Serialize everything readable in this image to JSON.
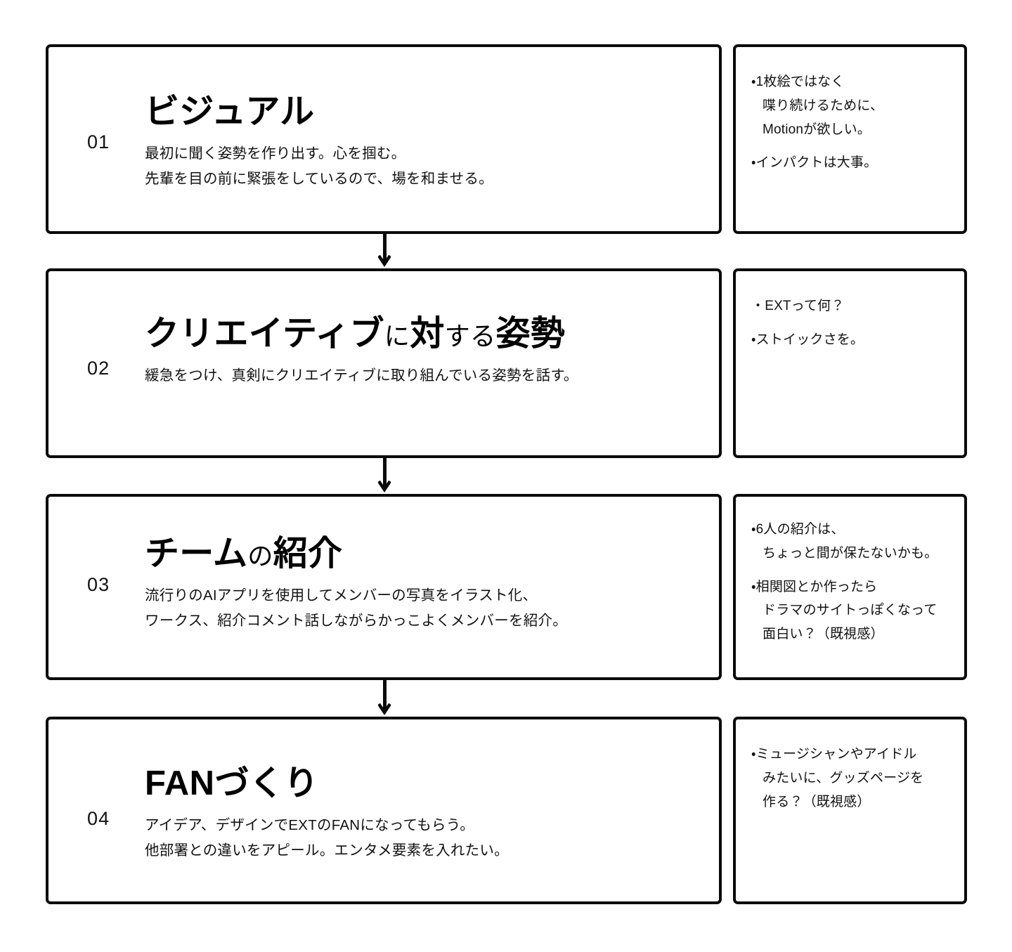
{
  "document": {
    "kind": "flow-outline",
    "background": "#ffffff",
    "line_color": "#0a0a0a"
  },
  "steps": [
    {
      "index": "01",
      "title_parts": [
        {
          "text": "ビジュアル",
          "emphasis": "large"
        }
      ],
      "title_plain": "ビジュアル",
      "description_lines": [
        "最初に聞く姿勢を作り出す。心を掴む。",
        "先輩を目の前に緊張をしているので、場を和ませる。"
      ],
      "notes": [
        {
          "bullet": "・",
          "lines": [
            "1枚絵ではなく",
            "喋り続けるために、",
            "Motionが欲しい。"
          ]
        },
        {
          "bullet": "・",
          "lines": [
            "インパクトは大事。"
          ]
        }
      ]
    },
    {
      "index": "02",
      "title_parts": [
        {
          "text": "クリエイティブ",
          "emphasis": "large"
        },
        {
          "text": "に",
          "emphasis": "small"
        },
        {
          "text": "対",
          "emphasis": "large"
        },
        {
          "text": "する",
          "emphasis": "small"
        },
        {
          "text": "姿勢",
          "emphasis": "large"
        }
      ],
      "title_plain": "クリエイティブに対する姿勢",
      "description_lines": [
        "緩急をつけ、真剣にクリエイティブに取り組んでいる姿勢を話す。"
      ],
      "notes": [
        {
          "bullet": "・",
          "lines": [
            "EXTって何？"
          ]
        },
        {
          "bullet": "・",
          "lines": [
            "ストイックさを。"
          ]
        }
      ]
    },
    {
      "index": "03",
      "title_parts": [
        {
          "text": "チーム",
          "emphasis": "large"
        },
        {
          "text": "の",
          "emphasis": "small"
        },
        {
          "text": "紹介",
          "emphasis": "large"
        }
      ],
      "title_plain": "チームの紹介",
      "description_lines": [
        "流行りのAIアプリを使用してメンバーの写真をイラスト化、",
        "ワークス、紹介コメント話しながらかっこよくメンバーを紹介。"
      ],
      "notes": [
        {
          "bullet": "・",
          "lines": [
            "6人の紹介は、",
            "ちょっと間が保たないかも。"
          ]
        },
        {
          "bullet": "・",
          "lines": [
            "相関図とか作ったら",
            "ドラマのサイトっぽくなって",
            "面白い？（既視感）"
          ]
        }
      ]
    },
    {
      "index": "04",
      "title_parts": [
        {
          "text": "FAN",
          "emphasis": "latin"
        },
        {
          "text": "づくり",
          "emphasis": "large"
        }
      ],
      "title_plain": "FANづくり",
      "description_lines": [
        "アイデア、デザインでEXTのFANになってもらう。",
        "他部署との違いをアピール。エンタメ要素を入れたい。"
      ],
      "notes": [
        {
          "bullet": "・",
          "lines": [
            "ミュージシャンやアイドル",
            "みたいに、グッズページを",
            "作る？（既視感）"
          ]
        }
      ]
    }
  ],
  "connectors": [
    {
      "name": "arrow-step-01-to-02"
    },
    {
      "name": "arrow-step-02-to-03"
    },
    {
      "name": "arrow-step-03-to-04"
    }
  ]
}
